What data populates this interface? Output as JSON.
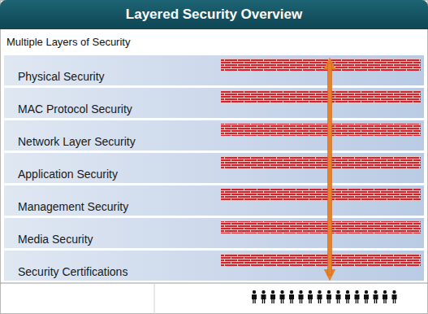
{
  "diagram": {
    "title": "Layered Security Overview",
    "nodes": [
      {
        "text": [
          "Physical Security"
        ]
      },
      {
        "text": [
          "MAC Protocol Security"
        ]
      },
      {
        "text": [
          "Network Layer Security"
        ]
      },
      {
        "text": [
          "Application Security"
        ]
      },
      {
        "text": [
          "Management Security"
        ]
      },
      {
        "text": [
          "Media Security"
        ]
      },
      {
        "text": [
          "Security Certifications"
        ]
      }
    ],
    "labels": [
      "Multiple Layers of Security"
    ]
  }
}
